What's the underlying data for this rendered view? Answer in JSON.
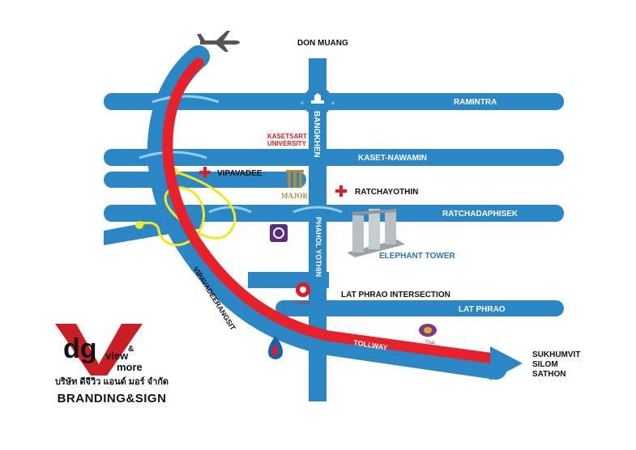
{
  "map": {
    "roads": {
      "ramintra": "RAMINTRA",
      "kaset_nawamin": "KASET-NAWAMIN",
      "ratchadaphisek": "RATCHADAPHISEK",
      "lat_phrao": "LAT PHRAO",
      "bangkhen": "BANGKHEN",
      "phahol_yothin": "PHAHOL YOTHIN",
      "vipavadeerangsit": "VIPAVADEERANGSIT",
      "tollway": "TOLLWAY"
    },
    "places": {
      "don_muang": "DON MUANG",
      "kasetsart_line1": "KASETSART",
      "kasetsart_line2": "UNIVERSITY",
      "vipavadee": "VIPAVADEE",
      "ratchayothin": "RATCHAYOTHIN",
      "major": "MAJOR",
      "elephant_tower": "ELEPHANT TOWER",
      "lat_phrao_intersection": "LAT PHRAO INTERSECTION",
      "central": "Central",
      "thai": "Thai",
      "sukhumvit": "SUKHUMVIT",
      "silom": "SILOM",
      "sathon": "SATHON"
    },
    "colors": {
      "road": "#2b86c5",
      "tollway": "#e8202a",
      "loop": "#f6e61c",
      "hospital": "#e11b22",
      "kasetsart": "#e11b22",
      "elephant_tower": "#2a74c0"
    }
  },
  "logo": {
    "letters": "dg",
    "view": "view",
    "amp": "&",
    "more": "more",
    "thai_name": "บริษัท ดีจีวิว แอนด์ มอร์ จำกัด",
    "brand": "BRANDING&SIGN"
  }
}
